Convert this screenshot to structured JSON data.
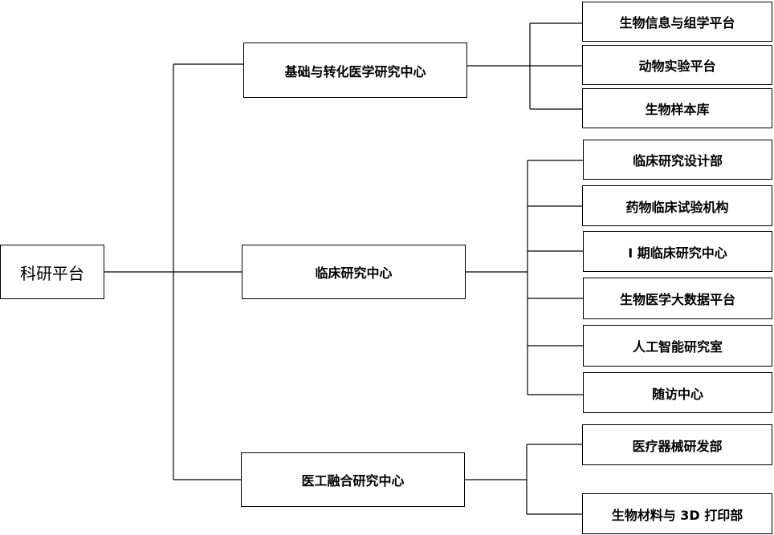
{
  "root": {
    "label": "科研平台"
  },
  "centers": [
    {
      "label": "基础与转化医学研究中心",
      "units": [
        "生物信息与组学平台",
        "动物实验平台",
        "生物样本库"
      ]
    },
    {
      "label": "临床研究中心",
      "units": [
        "临床研究设计部",
        "药物临床试验机构",
        "I 期临床研究中心",
        "生物医学大数据平台",
        "人工智能研究室",
        "随访中心"
      ]
    },
    {
      "label": "医工融合研究中心",
      "units": [
        "医疗器械研发部",
        "生物材料与 3D 打印部"
      ]
    }
  ]
}
